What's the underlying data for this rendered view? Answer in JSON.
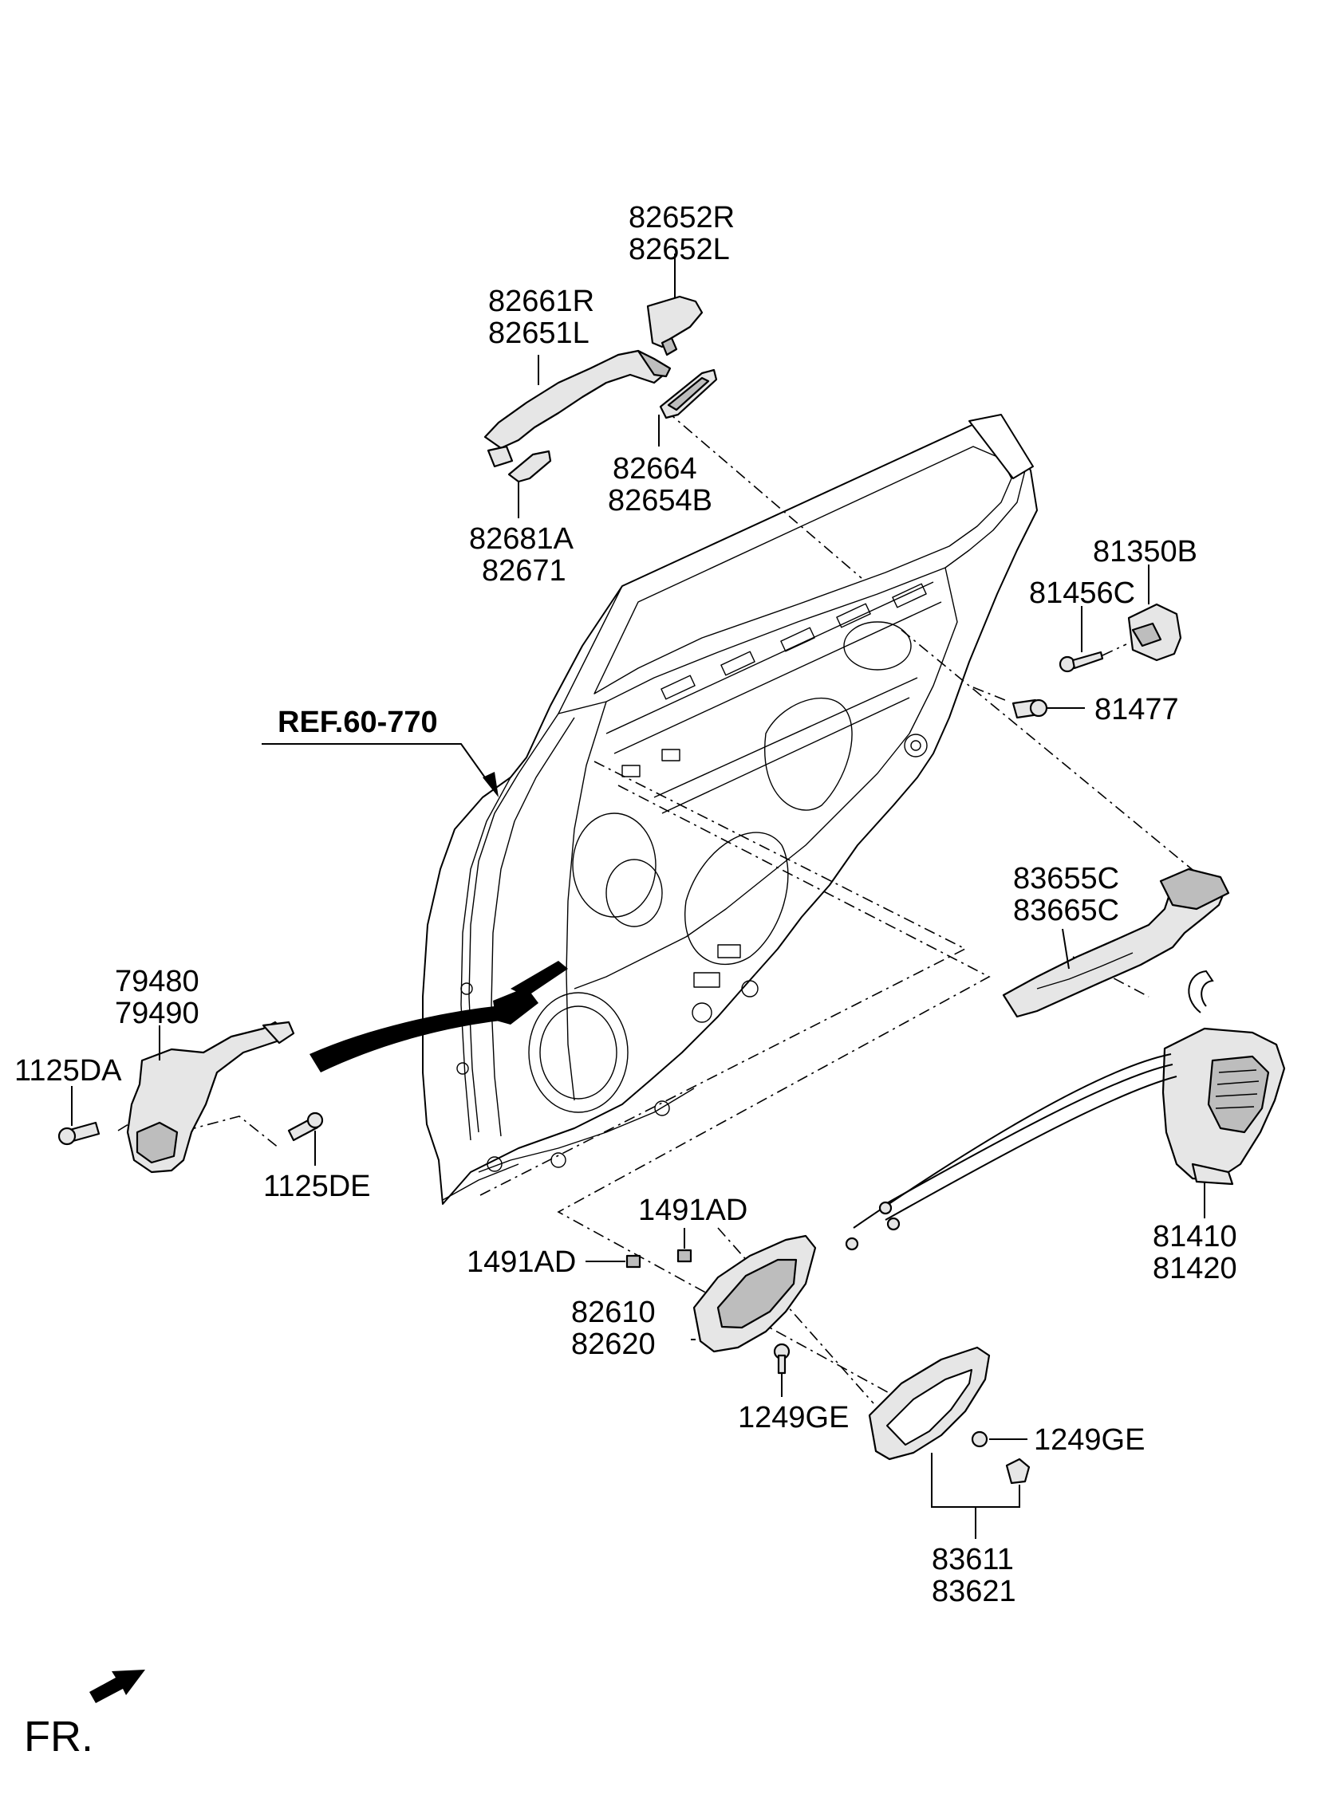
{
  "labels": {
    "p82652R": "82652R",
    "p82652L": "82652L",
    "p82661R": "82661R",
    "p82651L": "82651L",
    "p82664": "82664",
    "p82654B": "82654B",
    "p82681A": "82681A",
    "p82671": "82671",
    "p81350B": "81350B",
    "p81456C": "81456C",
    "p81477": "81477",
    "ref": "REF.60-770",
    "p83655C": "83655C",
    "p83665C": "83665C",
    "p79480": "79480",
    "p79490": "79490",
    "p1125DA": "1125DA",
    "p1125DE": "1125DE",
    "p81410": "81410",
    "p81420": "81420",
    "p1491AD_a": "1491AD",
    "p1491AD_b": "1491AD",
    "p82610": "82610",
    "p82620": "82620",
    "p1249GE_a": "1249GE",
    "p1249GE_b": "1249GE",
    "p83611": "83611",
    "p83621": "83621",
    "fr": "FR."
  },
  "icons": [
    "front-direction-arrow-icon"
  ]
}
